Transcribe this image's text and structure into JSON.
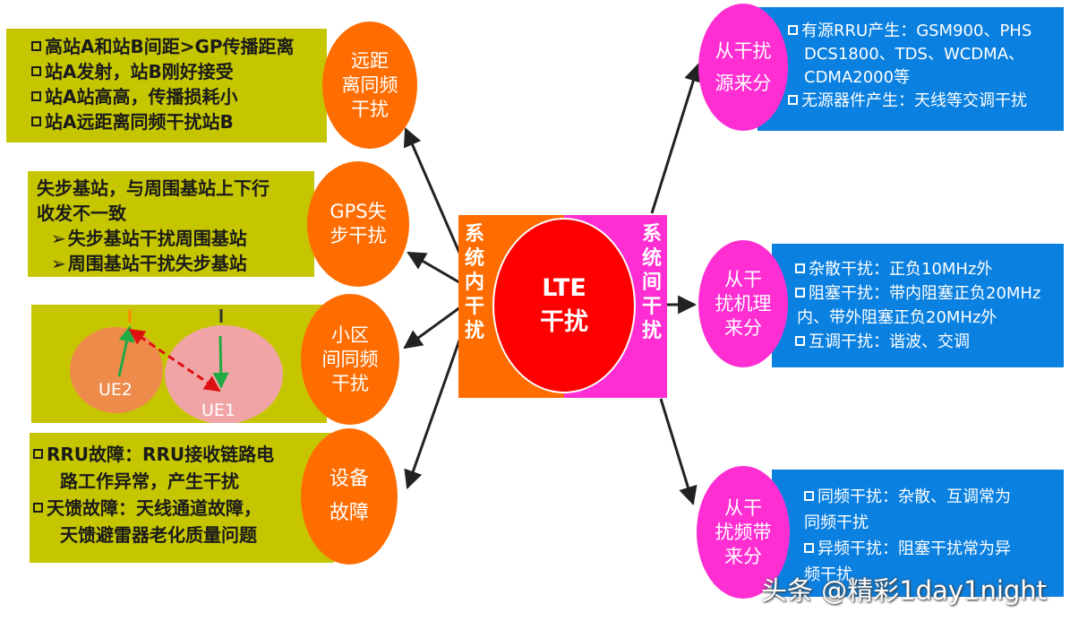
{
  "center": {
    "title_line1": "LTE",
    "title_line2": "干扰",
    "left_label": "系统内干扰",
    "right_label": "系统间干扰"
  },
  "left_branches": [
    {
      "oval": "远距\n离同频\n干扰",
      "lines": [
        "高站A和站B间距>GP传播距离",
        "站A发射，站B刚好接受",
        "站A站高高，传播损耗小",
        "站A远距离同频干扰站B"
      ]
    },
    {
      "oval": "GPS失\n步干扰",
      "intro_lines": [
        "失步基站，与周围基站上下行",
        "收发不一致"
      ],
      "bullets": [
        "失步基站干扰周围基站",
        "周围基站干扰失步基站"
      ]
    },
    {
      "oval": "小区\n间同频\n干扰",
      "ue_labels": [
        "UE2",
        "UE1"
      ]
    },
    {
      "oval": "设备\n故障",
      "lines": [
        "RRU故障：RRU接收链路电",
        "路工作异常，产生干扰",
        "天馈故障：天线通道故障，",
        "天馈避雷器老化质量问题"
      ]
    }
  ],
  "right_branches": [
    {
      "oval": "从干扰\n源来分",
      "lines": [
        "有源RRU产生：GSM900、PHS",
        "DCS1800、TDS、WCDMA、",
        "CDMA2000等",
        "无源器件产生：天线等交调干扰"
      ]
    },
    {
      "oval": "从干\n扰机理\n来分",
      "lines": [
        "杂散干扰：正负10MHz外",
        "阻塞干扰：带内阻塞正负20MHz",
        "内、带外阻塞正负20MHz外",
        "互调干扰：谐波、交调"
      ]
    },
    {
      "oval": "从干\n扰频带\n来分",
      "lines": [
        "同频干扰：杂散、互调常为",
        "同频干扰",
        "异频干扰：阻塞干扰常为异",
        "频干扰"
      ]
    }
  ],
  "watermark": "头条 @精彩1day1night",
  "colors": {
    "olive": "#c6c600",
    "orange": "#ff6d00",
    "pink": "#ff2ed2",
    "red": "#ff0000",
    "blue": "#0a80e0"
  }
}
